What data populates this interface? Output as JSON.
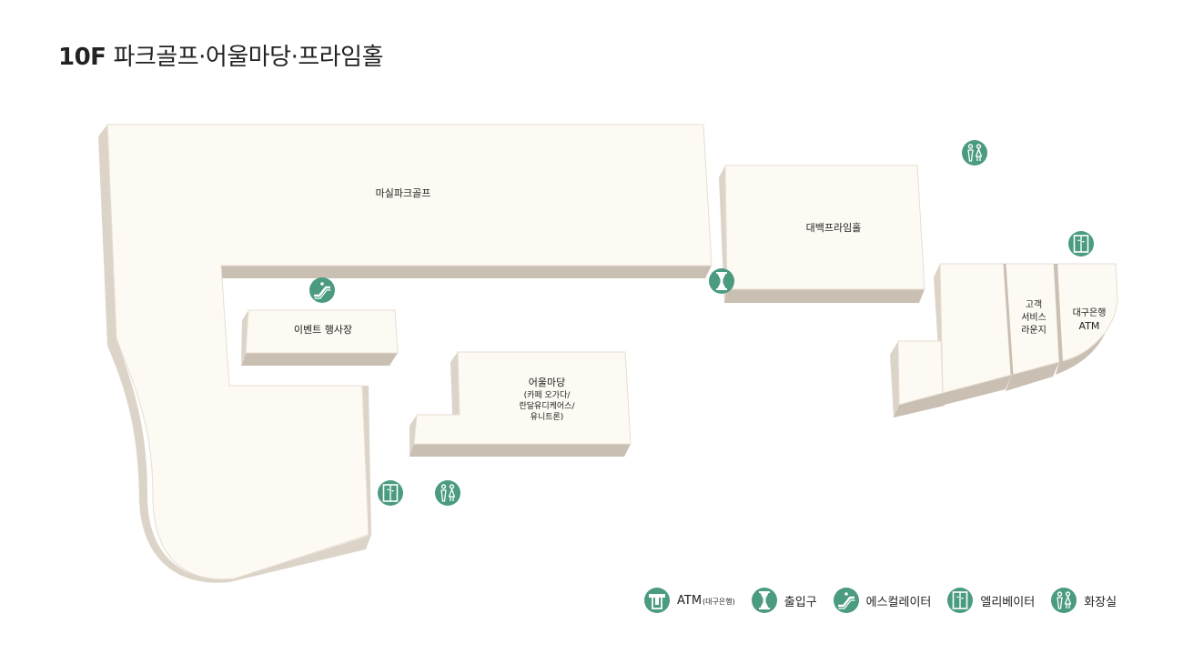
{
  "title": {
    "floor": "10F",
    "name": "파크골프·어울마당·프라임홀"
  },
  "areas": {
    "park_golf": "마실파크골프",
    "prime_hall": "대백프라임홀",
    "event_hall": "이벤트 행사장",
    "gathering_title": "어울마당",
    "gathering_line1": "(카페 오가다/",
    "gathering_line2": "란달유디케어스/",
    "gathering_line3": "유니트론)",
    "lounge_line1": "고객",
    "lounge_line2": "서비스",
    "lounge_line3": "라운지",
    "atm_line1": "대구은행",
    "atm_line2": "ATM"
  },
  "legend": {
    "atm": "ATM",
    "atm_sub": "(대구은행)",
    "entrance": "출입구",
    "escalator": "에스컬레이터",
    "elevator": "엘리베이터",
    "restroom": "화장실"
  },
  "colors": {
    "floor": "#fdfaf3",
    "floor_stroke": "#e6ded2",
    "shadow": "#c9bfb2",
    "shadow_light": "#ddd4c9",
    "icon": "#4a9b7f"
  },
  "icons": {
    "escalator": "escalator-icon",
    "entrance": "entrance-icon",
    "elevator": "elevator-icon",
    "restroom": "restroom-icon",
    "atm": "atm-icon"
  }
}
